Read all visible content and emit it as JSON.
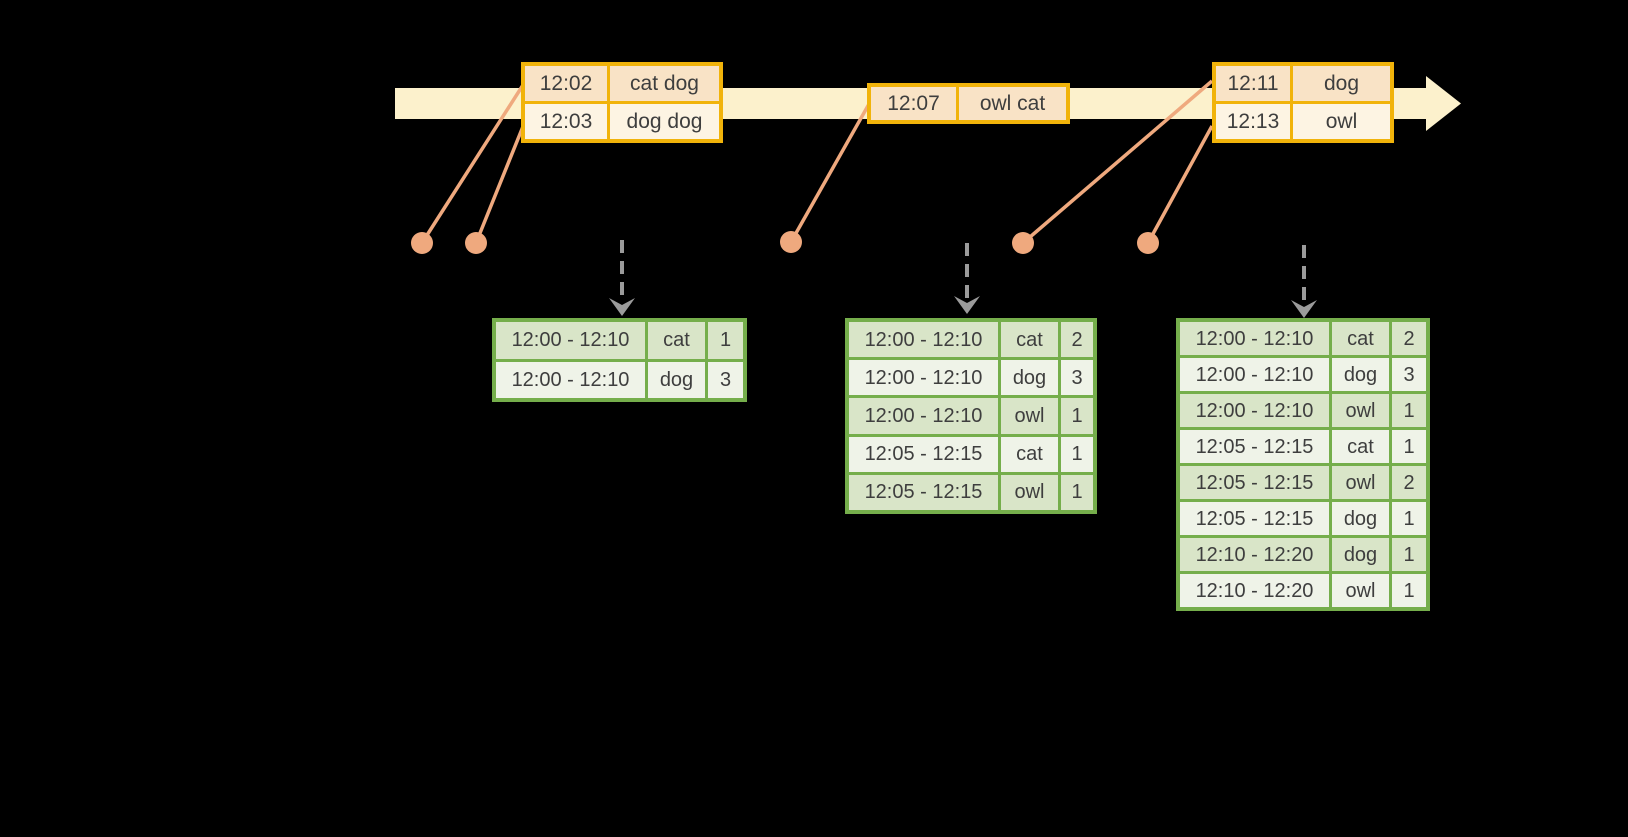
{
  "palette": {
    "bg": "#000000",
    "band": "#FCF1CC",
    "orange-border": "#F1B30A",
    "orange-dark": "#F9E3C6",
    "orange-light": "#FDF4E3",
    "green-border": "#75AE4B",
    "green-dark": "#D9E5C8",
    "green-light": "#EFF3E8",
    "salmon": "#EFA97E",
    "gray": "#9B9B9B",
    "text": "#3E3E3E"
  },
  "event_tables": [
    {
      "rows": [
        [
          "12:02",
          "cat dog"
        ],
        [
          "12:03",
          "dog dog"
        ]
      ]
    },
    {
      "rows": [
        [
          "12:07",
          "owl cat"
        ]
      ]
    },
    {
      "rows": [
        [
          "12:11",
          "dog"
        ],
        [
          "12:13",
          "owl"
        ]
      ]
    }
  ],
  "result_tables": [
    {
      "rows": [
        [
          "12:00 - 12:10",
          "cat",
          "1"
        ],
        [
          "12:00 - 12:10",
          "dog",
          "3"
        ]
      ]
    },
    {
      "rows": [
        [
          "12:00 - 12:10",
          "cat",
          "2"
        ],
        [
          "12:00 - 12:10",
          "dog",
          "3"
        ],
        [
          "12:00 - 12:10",
          "owl",
          "1"
        ],
        [
          "12:05 - 12:15",
          "cat",
          "1"
        ],
        [
          "12:05 - 12:15",
          "owl",
          "1"
        ]
      ]
    },
    {
      "rows": [
        [
          "12:00 - 12:10",
          "cat",
          "2"
        ],
        [
          "12:00 - 12:10",
          "dog",
          "3"
        ],
        [
          "12:00 - 12:10",
          "owl",
          "1"
        ],
        [
          "12:05 - 12:15",
          "cat",
          "1"
        ],
        [
          "12:05 - 12:15",
          "owl",
          "2"
        ],
        [
          "12:05 - 12:15",
          "dog",
          "1"
        ],
        [
          "12:10 - 12:20",
          "dog",
          "1"
        ],
        [
          "12:10 - 12:20",
          "owl",
          "1"
        ]
      ]
    }
  ]
}
